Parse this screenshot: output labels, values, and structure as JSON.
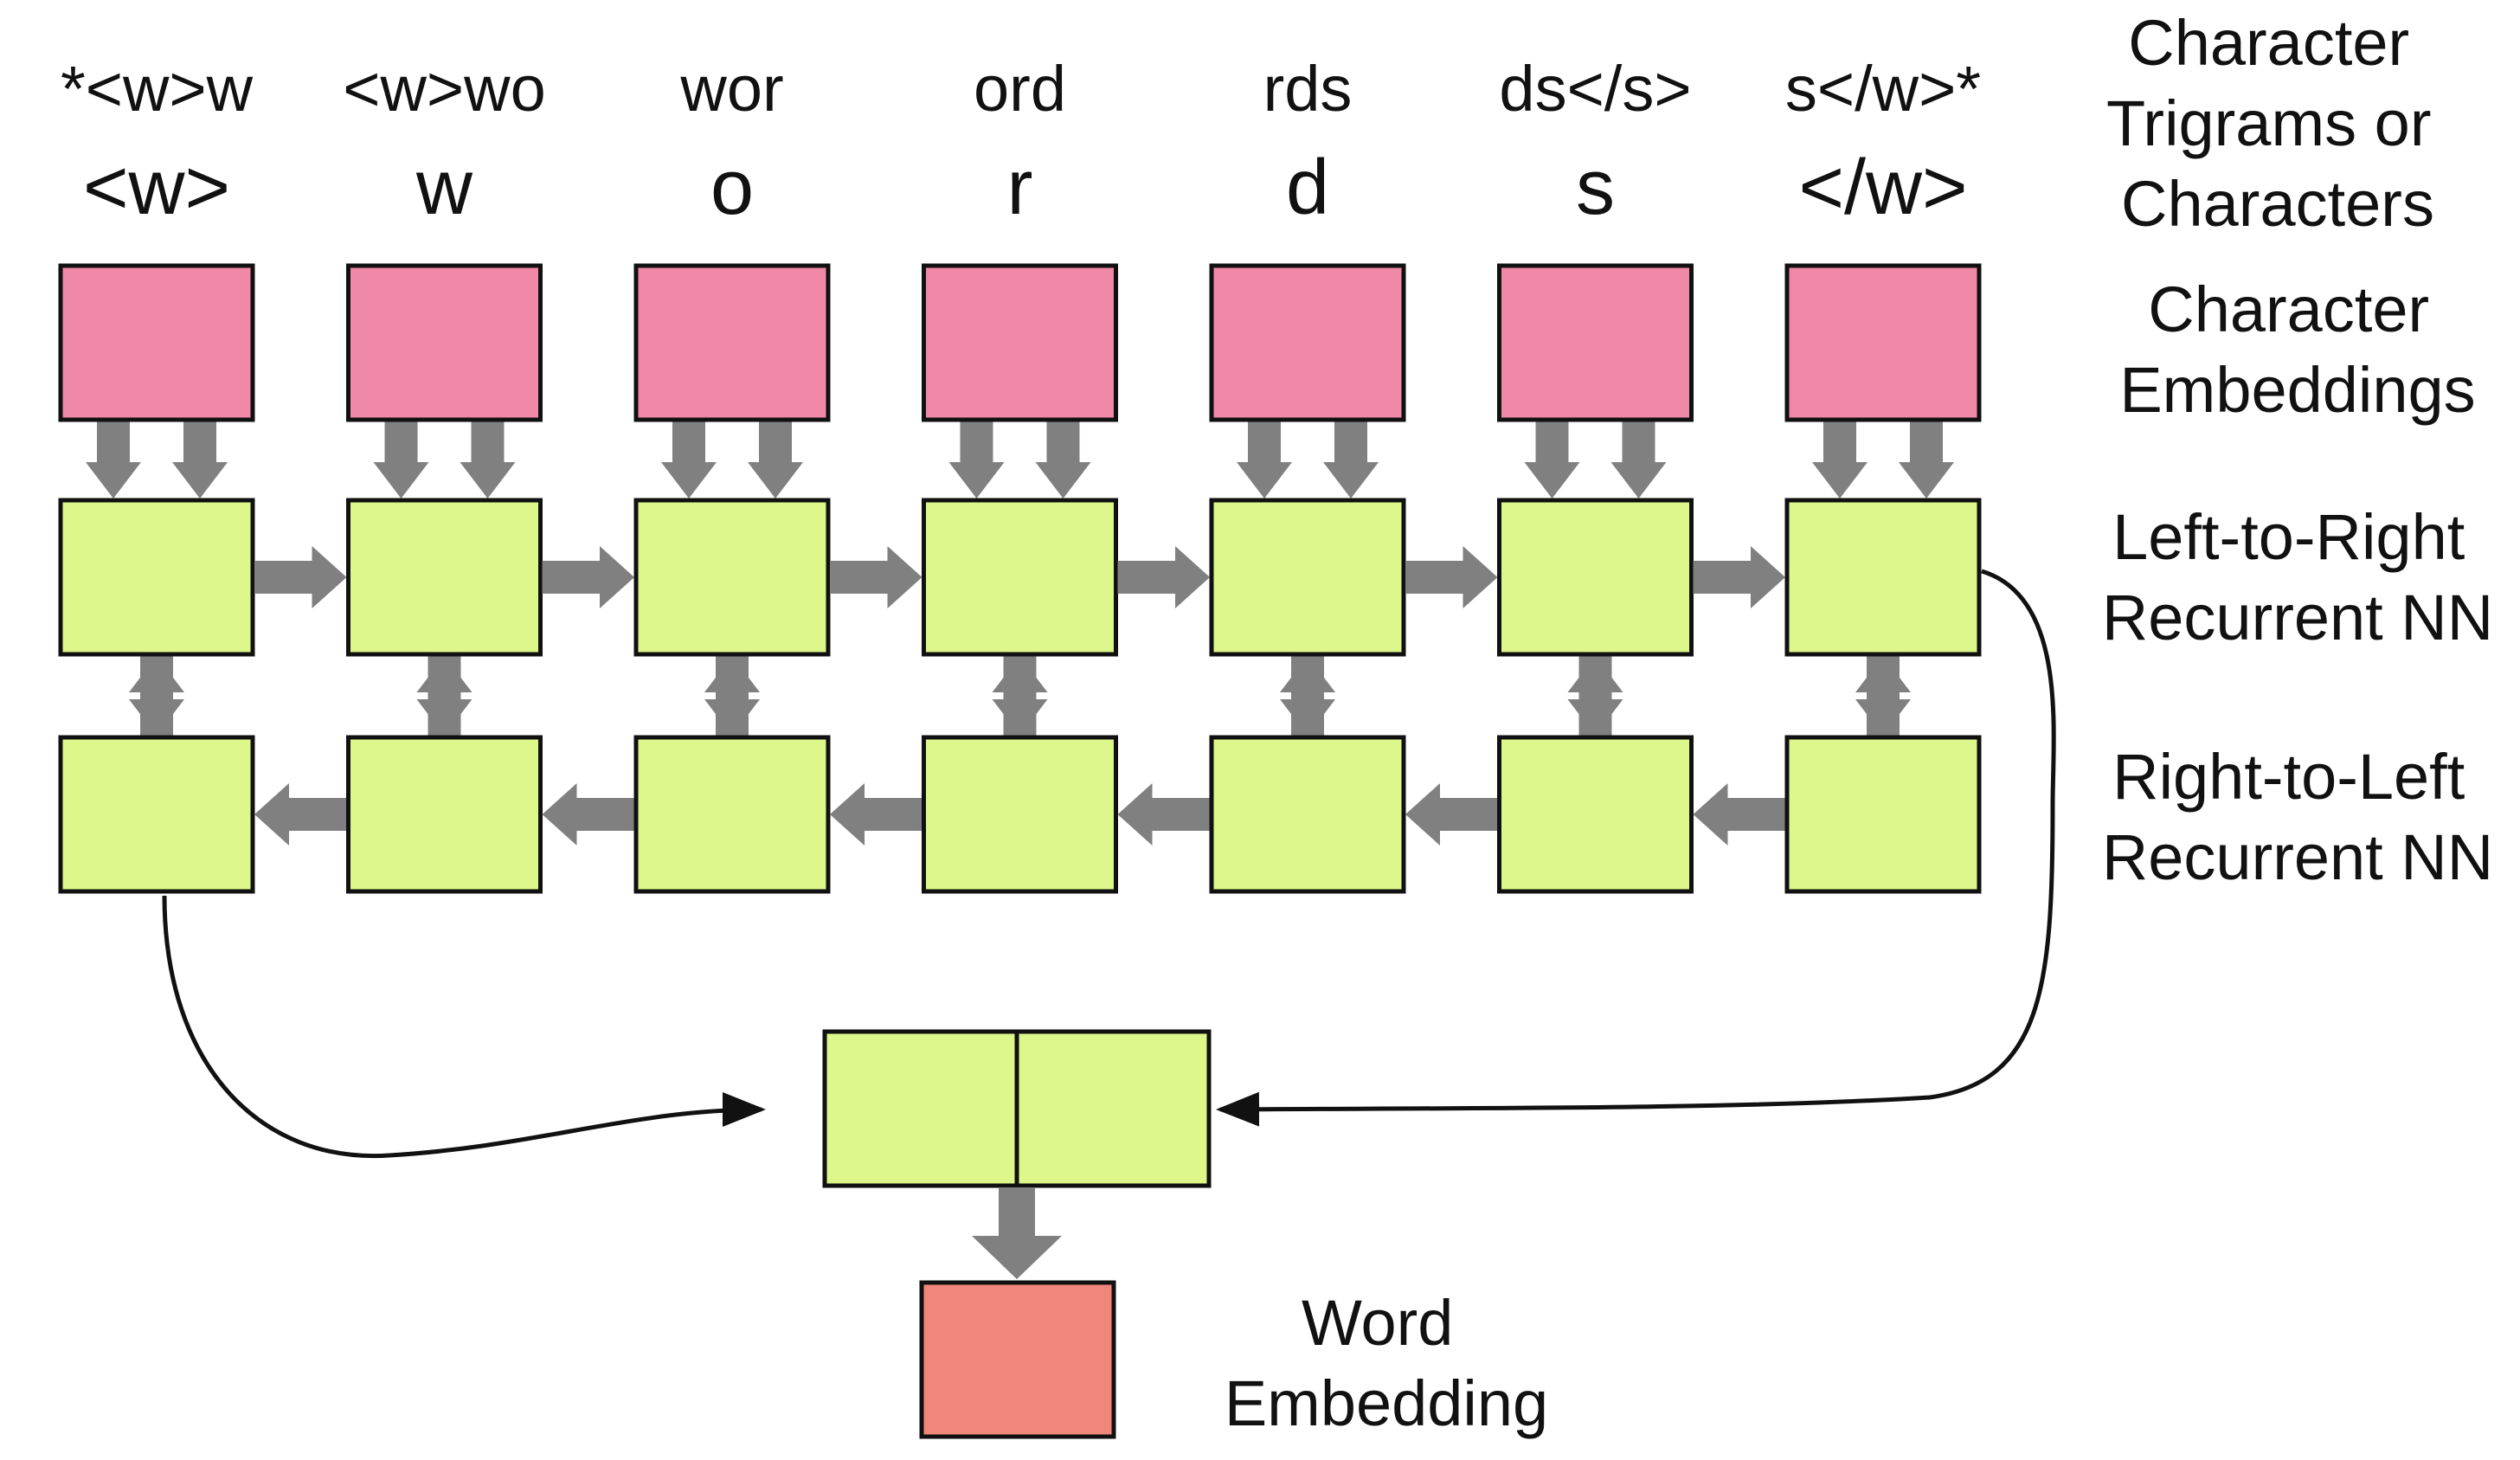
{
  "columns": [
    {
      "trigram": "*<w>w",
      "char": "<w>"
    },
    {
      "trigram": "<w>wo",
      "char": "w"
    },
    {
      "trigram": "wor",
      "char": "o"
    },
    {
      "trigram": "ord",
      "char": "r"
    },
    {
      "trigram": "rds",
      "char": "d"
    },
    {
      "trigram": "ds</s>",
      "char": "s"
    },
    {
      "trigram": "s</w>*",
      "char": "</w>"
    }
  ],
  "labels": {
    "char_input": [
      "Character",
      "Trigrams or",
      "Characters"
    ],
    "char_embeddings": [
      "Character",
      "Embeddings"
    ],
    "ltr_rnn": [
      "Left-to-Right",
      "Recurrent NN"
    ],
    "rtl_rnn": [
      "Right-to-Left",
      "Recurrent NN"
    ],
    "word_embedding": [
      "Word",
      "Embedding"
    ]
  },
  "colors": {
    "char_embedding_fill": "#F088A8",
    "rnn_cell_fill": "#DDF78A",
    "word_embedding_fill": "#F0877C",
    "arrow_gray": "#808080",
    "stroke": "#111111"
  }
}
